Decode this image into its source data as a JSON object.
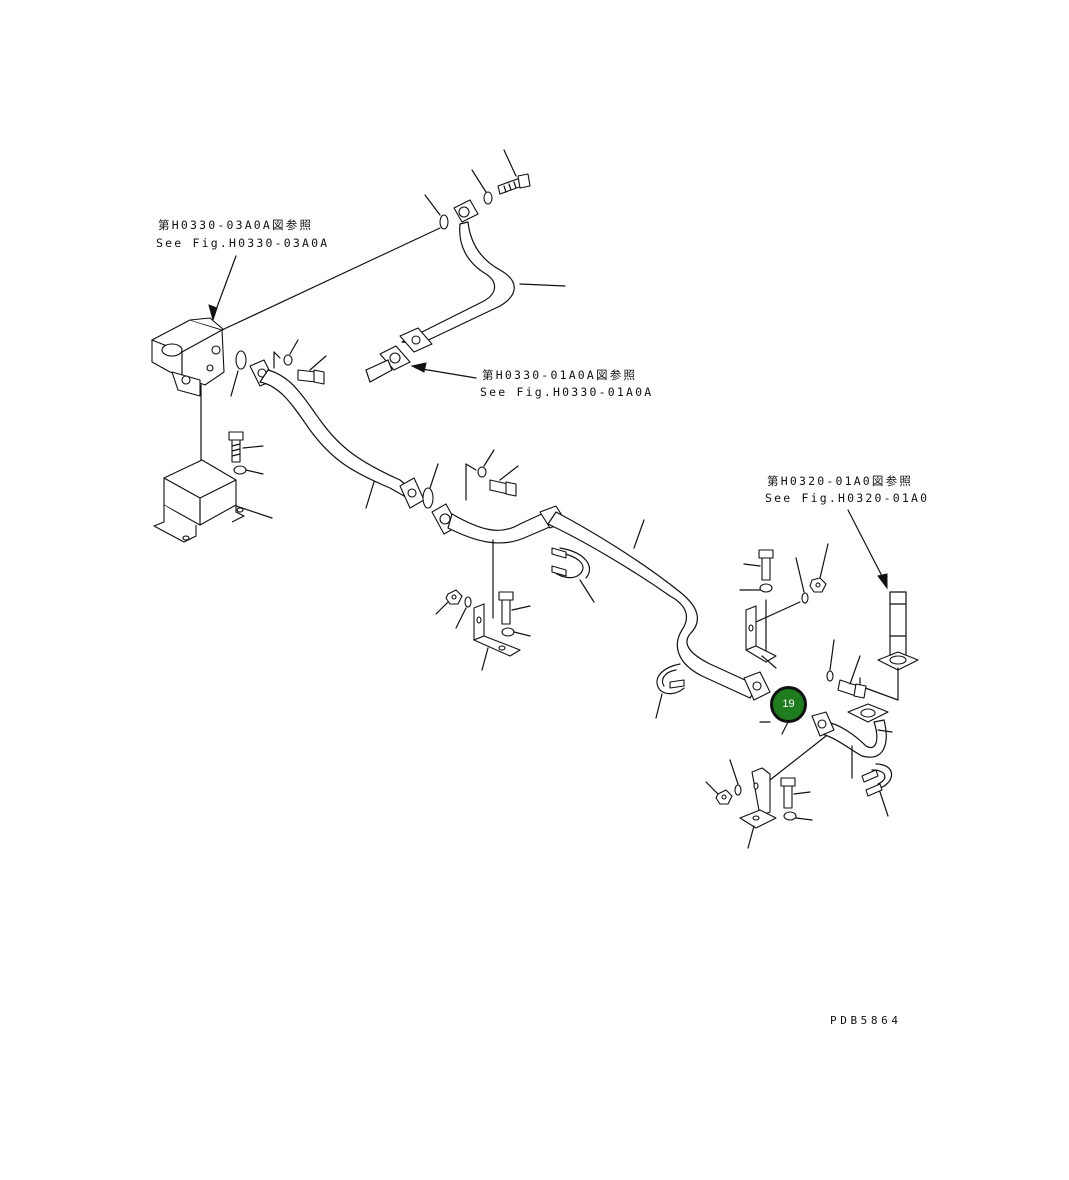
{
  "references": {
    "top_left": {
      "jp": "第H0330-03A0A図参照",
      "en": "See Fig.H0330-03A0A"
    },
    "top_center": {
      "jp": "第H0330-01A0A図参照",
      "en": "See Fig.H0330-01A0A"
    },
    "right": {
      "jp": "第H0320-01A0図参照",
      "en": "See Fig.H0320-01A0"
    }
  },
  "callout": {
    "label": "19",
    "color": "#1f7d1f"
  },
  "drawing_id": "PDB5864",
  "icons": [
    "bolt-icon",
    "washer-icon",
    "nut-icon",
    "gasket-icon",
    "u-bolt-icon",
    "bracket-icon",
    "pipe-flange-icon"
  ]
}
